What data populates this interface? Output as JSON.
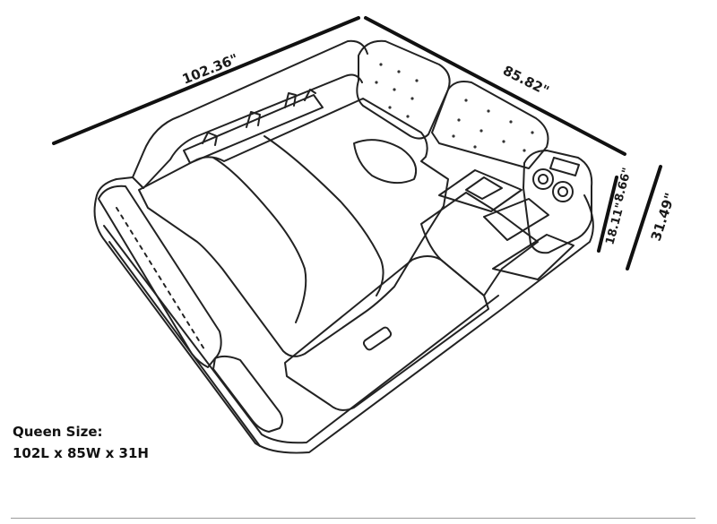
{
  "dimensions": {
    "length": "102.36\"",
    "width": "85.82\"",
    "headboard_height": "8.66\"",
    "console_height": "18.11\"",
    "total_height": "31.49\""
  },
  "caption": {
    "size_label": "Queen Size:",
    "size_dims": "102L x 85W x 31H"
  }
}
